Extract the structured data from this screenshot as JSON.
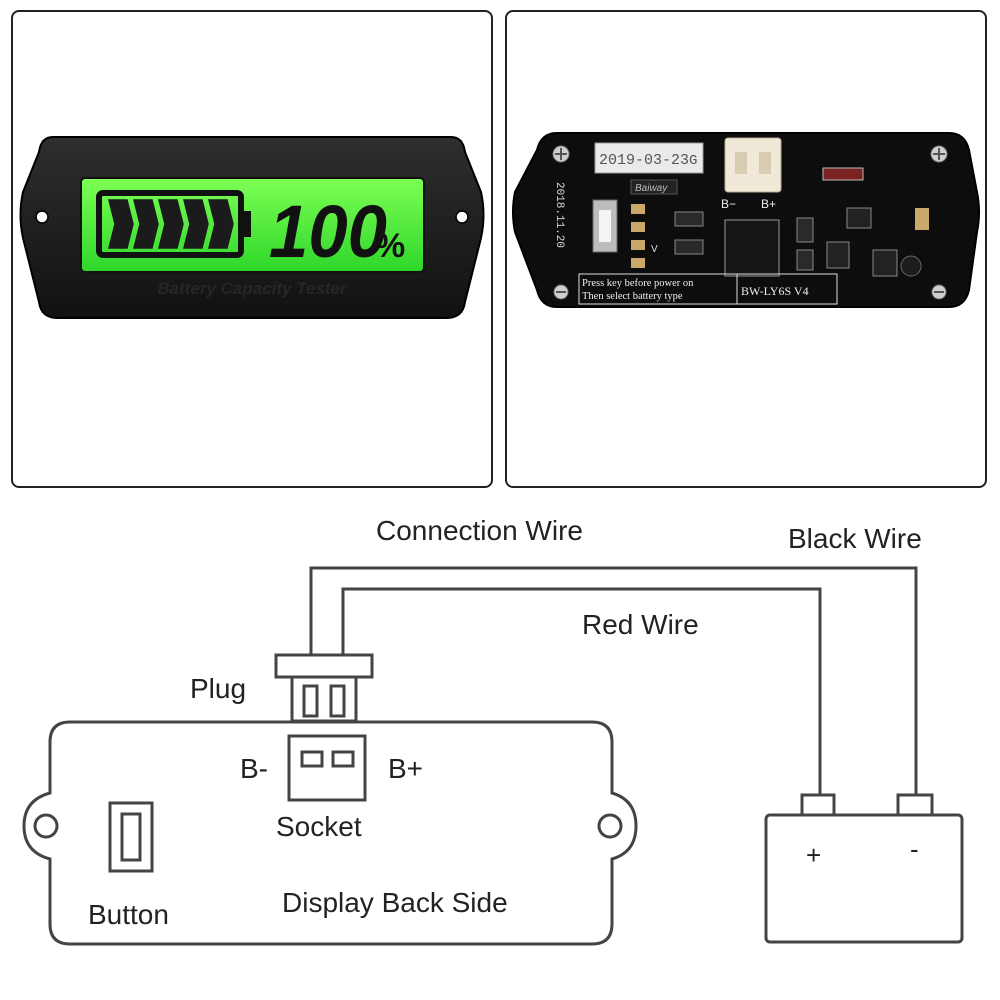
{
  "front_display": {
    "percent_value": "100",
    "percent_sign": "%",
    "caption": "Battery Capacity Tester",
    "battery_level": 1.0,
    "battery_segments": 5,
    "lcd_color": "#3cf03a",
    "body_color": "#1c1c1c"
  },
  "pcb_back": {
    "date_sticker": "2019-03-23",
    "sticker_code": "G",
    "board_date": "2018.11.20",
    "brand": "Baiway",
    "socket_label_neg": "B−",
    "socket_label_pos": "B+",
    "small_label_v": "V",
    "instruction_line1": "Press key before power on",
    "instruction_line2": "Then select battery type",
    "model": "BW-LY6S V4"
  },
  "diagram": {
    "connection_wire": "Connection Wire",
    "black_wire": "Black Wire",
    "red_wire": "Red Wire",
    "plug": "Plug",
    "b_minus": "B-",
    "b_plus": "B+",
    "socket": "Socket",
    "button": "Button",
    "display_back_side": "Display Back Side",
    "battery_plus": "+",
    "battery_minus": "-"
  },
  "colors": {
    "line": "#444444",
    "pcb": "#0d0d0d",
    "text": "#222222"
  }
}
